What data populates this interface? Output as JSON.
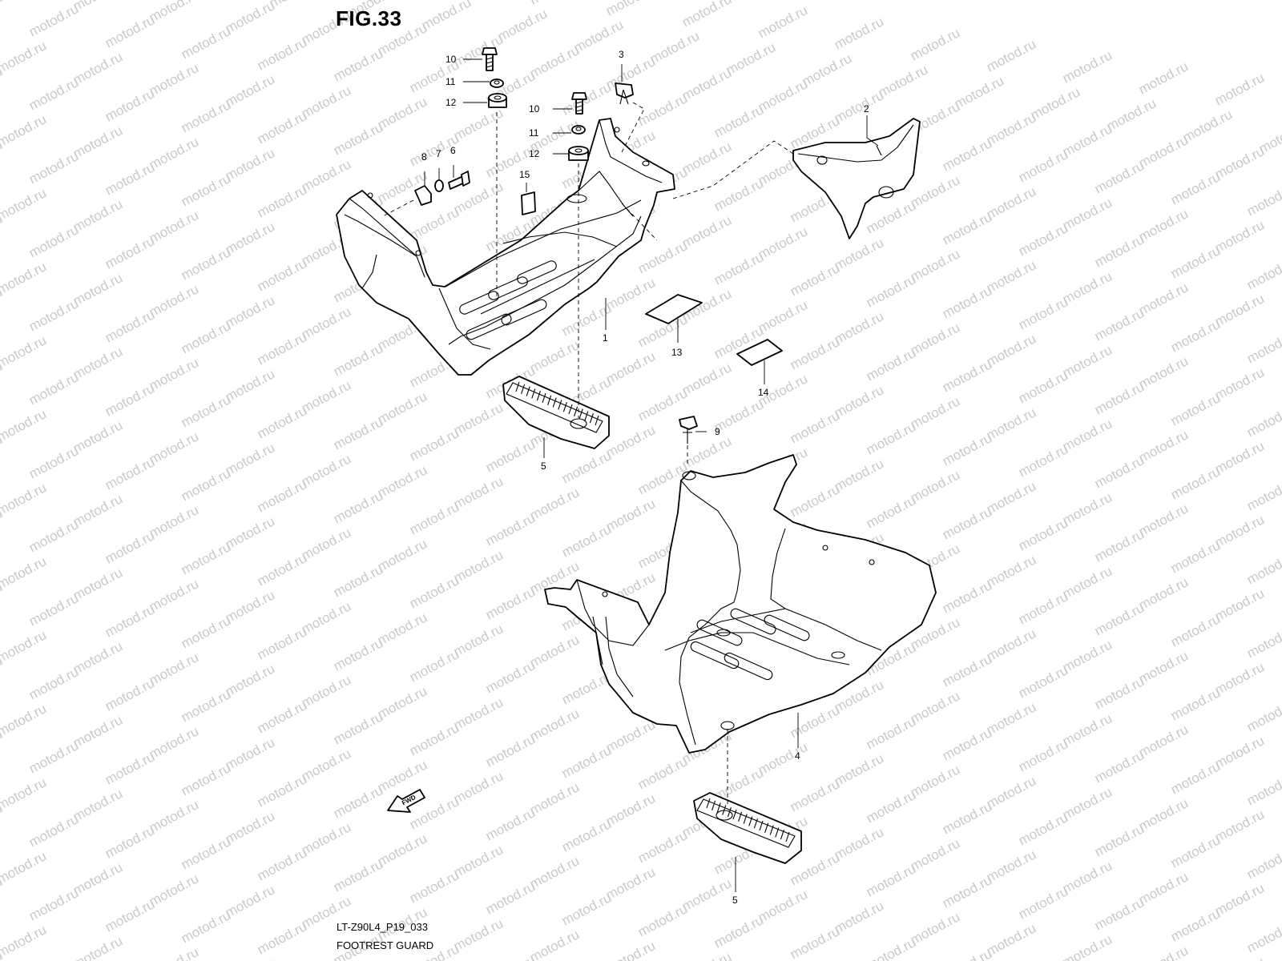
{
  "figure": {
    "title": "FIG.33",
    "code": "LT-Z90L4_P19_033",
    "name": "FOOTREST GUARD"
  },
  "watermark": "motod.ru",
  "fwd_label": "FWD",
  "callouts": [
    {
      "id": "c10a",
      "label": "10"
    },
    {
      "id": "c11a",
      "label": "11"
    },
    {
      "id": "c12a",
      "label": "12"
    },
    {
      "id": "c10b",
      "label": "10"
    },
    {
      "id": "c11b",
      "label": "11"
    },
    {
      "id": "c12b",
      "label": "12"
    },
    {
      "id": "c3",
      "label": "3"
    },
    {
      "id": "c2",
      "label": "2"
    },
    {
      "id": "c8",
      "label": "8"
    },
    {
      "id": "c7",
      "label": "7"
    },
    {
      "id": "c6",
      "label": "6"
    },
    {
      "id": "c15",
      "label": "15"
    },
    {
      "id": "c1",
      "label": "1"
    },
    {
      "id": "c13",
      "label": "13"
    },
    {
      "id": "c14",
      "label": "14"
    },
    {
      "id": "c5a",
      "label": "5"
    },
    {
      "id": "c9",
      "label": "9"
    },
    {
      "id": "c4",
      "label": "4"
    },
    {
      "id": "c5b",
      "label": "5"
    }
  ],
  "colors": {
    "line": "#000000",
    "background": "#ffffff",
    "watermark": "#c9c9c9"
  }
}
